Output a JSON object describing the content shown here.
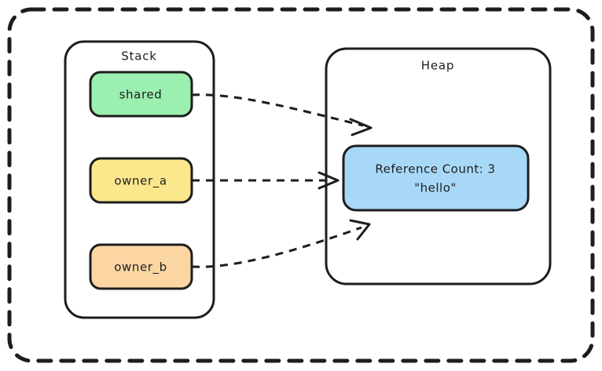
{
  "diagram": {
    "title_visible": false,
    "outer_boundary": {
      "name": "program-memory-boundary",
      "style": "dashed",
      "stroke": "#1d1d1d"
    },
    "colors": {
      "stroke": "#1d1d1d",
      "background": "#ffffff",
      "shared_fill": "#9BEFB0",
      "owner_a_fill": "#FCE88C",
      "owner_b_fill": "#FBD6A3",
      "heap_node_fill": "#A8D8F8"
    },
    "stack": {
      "label": "Stack",
      "items": [
        {
          "label": "shared",
          "fill": "#9BEFB0"
        },
        {
          "label": "owner_a",
          "fill": "#FCE88C"
        },
        {
          "label": "owner_b",
          "fill": "#FBD6A3"
        }
      ]
    },
    "heap": {
      "label": "Heap",
      "node": {
        "line1": "Reference Count: 3",
        "line2": "\"hello\"",
        "fill": "#A8D8F8"
      }
    },
    "edges": [
      {
        "from": "shared",
        "to": "heap-node",
        "style": "dashed",
        "arrow": "open"
      },
      {
        "from": "owner_a",
        "to": "heap-node",
        "style": "dashed",
        "arrow": "open"
      },
      {
        "from": "owner_b",
        "to": "heap-node",
        "style": "dashed",
        "arrow": "open"
      }
    ]
  }
}
